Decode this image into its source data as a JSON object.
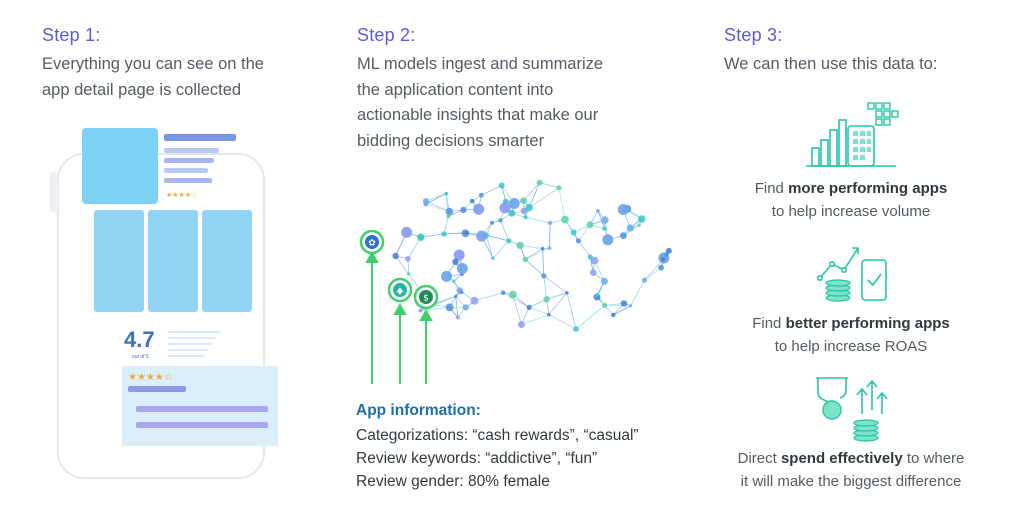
{
  "step1": {
    "title": "Step 1:",
    "line1": "Everything you can see on the",
    "line2": "app detail page is collected",
    "rating": "4.7",
    "rating_sub": "out of 5",
    "stars_small": "★★★★☆",
    "stars_big": "★★★★☆"
  },
  "step2": {
    "title": "Step 2:",
    "line1": "ML models ingest and summarize",
    "line2": "the application content into",
    "line3": "actionable insights that make our",
    "line4": "bidding decisions smarter",
    "info_title": "App information:",
    "cat_key": "Categorizations:",
    "cat_val": "“cash rewards”, “casual”",
    "kw_key": "Review keywords:",
    "kw_val": "“addictive”, “fun”",
    "gender_key": "Review gender:",
    "gender_val": "80% female"
  },
  "step3": {
    "title": "Step 3:",
    "line1": "We can then use this data to:",
    "b1_pre": "Find ",
    "b1_bold": "more performing apps",
    "b1_line2": "to help increase volume",
    "b2_pre": "Find ",
    "b2_bold": "better performing apps",
    "b2_line2": "to help increase ROAS",
    "b3_pre": "Direct ",
    "b3_bold": "spend effectively",
    "b3_post": " to where",
    "b3_line2": "it will make the biggest difference"
  },
  "colors": {
    "step_title": "#5b5bd6",
    "accent_green": "#22c55e",
    "accent_blue": "#3b82f6",
    "teal": "#2dd4bf",
    "phone_blue": "#7cc4f0"
  }
}
